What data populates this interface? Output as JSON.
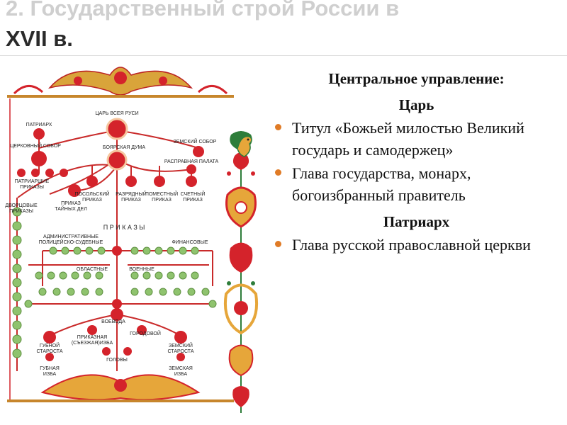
{
  "slide": {
    "title_line1": "2. Государственный строй России в",
    "title_line2": "XVII в."
  },
  "diagram": {
    "tsar": "ЦАРЬ ВСЕЯ РУСИ",
    "patriarch": "ПАТРИАРХ",
    "church_council": "ЦЕРКОВНЫЙ СОБОР",
    "patriarch_prikazy": [
      "ПАТРИАРШИЕ",
      "ПРИКАЗЫ"
    ],
    "boyar_duma": "БОЯРСКАЯ ДУМА",
    "zemsky_sobor": "ЗЕМСКИЙ СОБОР",
    "rasprava": "РАСПРАВНАЯ ПАЛАТА",
    "palace_prikazy": [
      "ДВОРЦОВЫЕ",
      "ПРИКАЗЫ"
    ],
    "secret_prikaz": [
      "ПРИКАЗ",
      "ТАЙНЫХ ДЕЛ"
    ],
    "posolsky": [
      "ПОСОЛЬСКИЙ",
      "ПРИКАЗ"
    ],
    "razryadny": [
      "РАЗРЯДНЫЙ",
      "ПРИКАЗ"
    ],
    "pomestny": [
      "ПОМЕСТНЫЙ",
      "ПРИКАЗ"
    ],
    "schetny": [
      "СЧЕТНЫЙ",
      "ПРИКАЗ"
    ],
    "prikazy": "П Р И К А З Ы",
    "admin": [
      "АДМИНИСТРАТИВНЫЕ",
      "ПОЛИЦЕЙСКО-СУДЕБНЫЕ"
    ],
    "financial": "ФИНАНСОВЫЕ",
    "regional": "ОБЛАСТНЫЕ",
    "military": "ВОЕННЫЕ",
    "voevoda": "ВОЕВОДА",
    "gorodovoy": "ГОРОДОВОЙ",
    "prikaznaya": [
      "ПРИКАЗНАЯ",
      "(СЪЕЗЖАЯ)ИЗБА"
    ],
    "gubnoy": [
      "ГУБНОЙ",
      "СТАРОСТА"
    ],
    "zemsky_starosta": [
      "ЗЕМСКИЙ",
      "СТАРОСТА"
    ],
    "golovy": "ГОЛОВЫ",
    "gubnaya_izba": [
      "ГУБНАЯ",
      "ИЗБА"
    ],
    "zemskaya_izba": [
      "ЗЕМСКАЯ",
      "ИЗБА"
    ],
    "colors": {
      "red": "#d4232b",
      "green": "#8fc36e",
      "gold": "#e6a63a",
      "line": "#c92a2a"
    }
  },
  "content": {
    "heading_central": "Центральное управление:",
    "heading_tsar": "Царь",
    "tsar_bullets": [
      "Титул «Божьей милостью Великий государь и самодержец»",
      "Глава государства, монарх, богоизбранный правитель"
    ],
    "heading_patriarch": "Патриарх",
    "patriarch_bullets": [
      "Глава русской православной церкви"
    ]
  }
}
